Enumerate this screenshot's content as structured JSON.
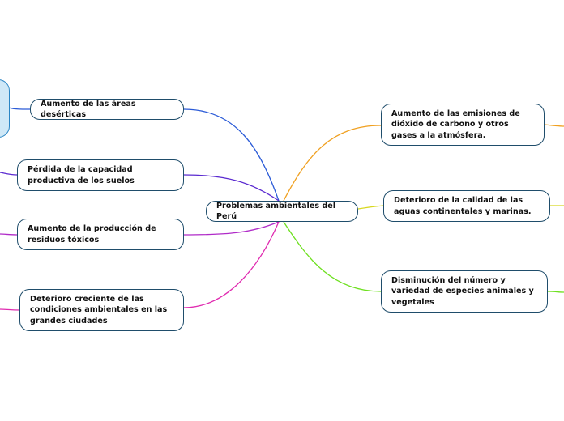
{
  "center": {
    "label": "Problemas ambientales del Perú"
  },
  "left_branches": [
    {
      "label": "Aumento de las áreas desérticas",
      "color": "#2b5bd7"
    },
    {
      "label": "Pérdida de la capacidad productiva de los suelos",
      "color": "#5b2bd0"
    },
    {
      "label": "Aumento de la producción de residuos tóxicos",
      "color": "#b02bc8"
    },
    {
      "label": "Deterioro creciente de las condiciones ambientales en las grandes ciudades",
      "color": "#e02bb0"
    }
  ],
  "right_branches": [
    {
      "label": "Aumento de las emisiones de dióxido de carbono y otros gases a la atmósfera.",
      "color": "#f0a020"
    },
    {
      "label": "Deterioro de la calidad de las aguas continentales y marinas.",
      "color": "#d8d820"
    },
    {
      "label": "Disminución del número y variedad de especies animales y vegetales",
      "color": "#6ee020"
    }
  ]
}
